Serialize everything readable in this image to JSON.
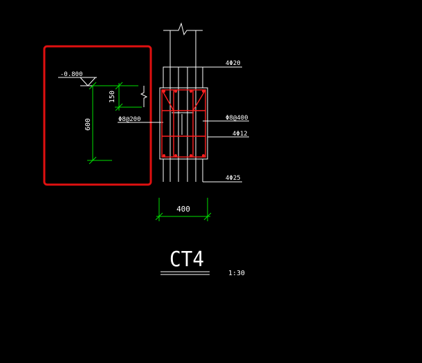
{
  "drawing": {
    "elevation": "-0.800",
    "dim_depth": "600",
    "dim_top_offset": "150",
    "stirrup_spec": "Φ8@200",
    "top_bars": "4Φ20",
    "side_stirrup": "Φ8@400",
    "middle_bars": "4Φ12",
    "bottom_bars": "4Φ25",
    "dim_width": "400",
    "title": "CT4",
    "scale": "1:30"
  },
  "colors": {
    "background": "#000000",
    "line": "#ffffff",
    "dimension": "#00e000",
    "rebar": "#ff2020",
    "highlight": "#e01010"
  }
}
